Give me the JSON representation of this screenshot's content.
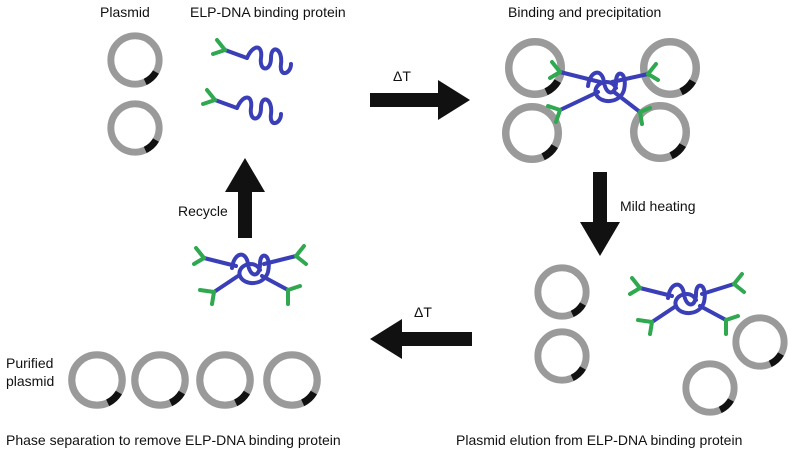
{
  "labels": {
    "plasmid": "Plasmid",
    "elp_protein": "ELP-DNA binding protein",
    "binding": "Binding and precipitation",
    "delta_t_top": "ΔT",
    "mild_heating": "Mild heating",
    "delta_t_bottom": "ΔT",
    "recycle": "Recycle",
    "purified_line1": "Purified",
    "purified_line2": "plasmid",
    "phase_separation": "Phase separation to remove ELP-DNA binding protein",
    "elution": "Plasmid elution from ELP-DNA binding protein"
  },
  "colors": {
    "plasmid_ring": "#9a9a9a",
    "plasmid_marker": "#111111",
    "protein_coil": "#3a3fb8",
    "binding_arm": "#2fa84f",
    "arrow": "#111111"
  }
}
